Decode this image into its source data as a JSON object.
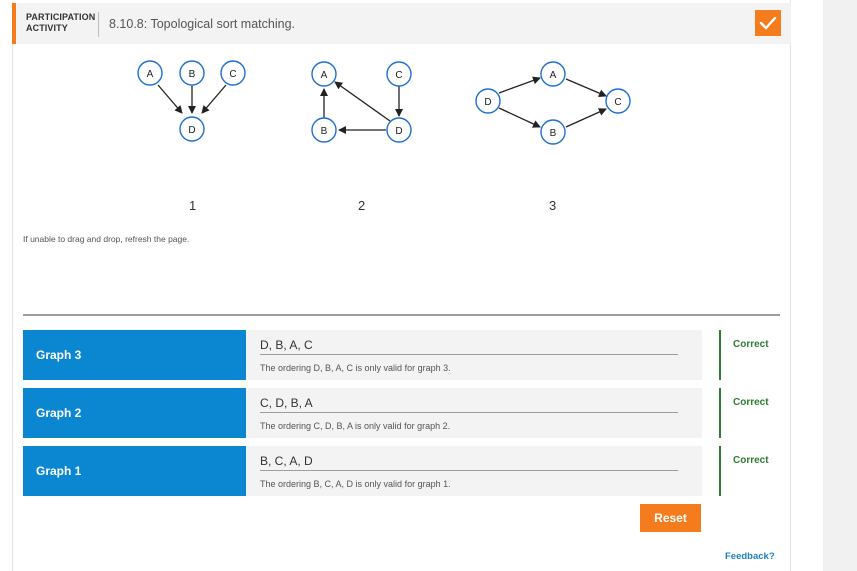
{
  "header": {
    "label": "PARTICIPATION ACTIVITY",
    "title": "8.10.8: Topological sort matching."
  },
  "graphs": {
    "numbers": [
      "1",
      "2",
      "3"
    ],
    "graph1": {
      "nodes": [
        "A",
        "B",
        "C",
        "D"
      ]
    },
    "graph2": {
      "nodes": [
        "A",
        "C",
        "B",
        "D"
      ]
    },
    "graph3": {
      "nodes": [
        "D",
        "A",
        "B",
        "C"
      ]
    }
  },
  "hint": "If unable to drag and drop, refresh the page.",
  "rows": [
    {
      "tile": "Graph 3",
      "answer": "D, B, A, C",
      "explanation": "The ordering D, B, A, C is only valid for graph 3.",
      "status": "Correct"
    },
    {
      "tile": "Graph 2",
      "answer": "C, D, B, A",
      "explanation": "The ordering C, D, B, A is only valid for graph 2.",
      "status": "Correct"
    },
    {
      "tile": "Graph 1",
      "answer": "B, C, A, D",
      "explanation": "The ordering B, C, A, D is only valid for graph 1.",
      "status": "Correct"
    }
  ],
  "reset_label": "Reset",
  "feedback_label": "Feedback?",
  "colors": {
    "accent": "#f47c1c",
    "tile": "#0b86d1",
    "correct": "#2e7d32",
    "node_stroke": "#1f6fd1"
  },
  "icons": {
    "completion": "check-icon"
  }
}
